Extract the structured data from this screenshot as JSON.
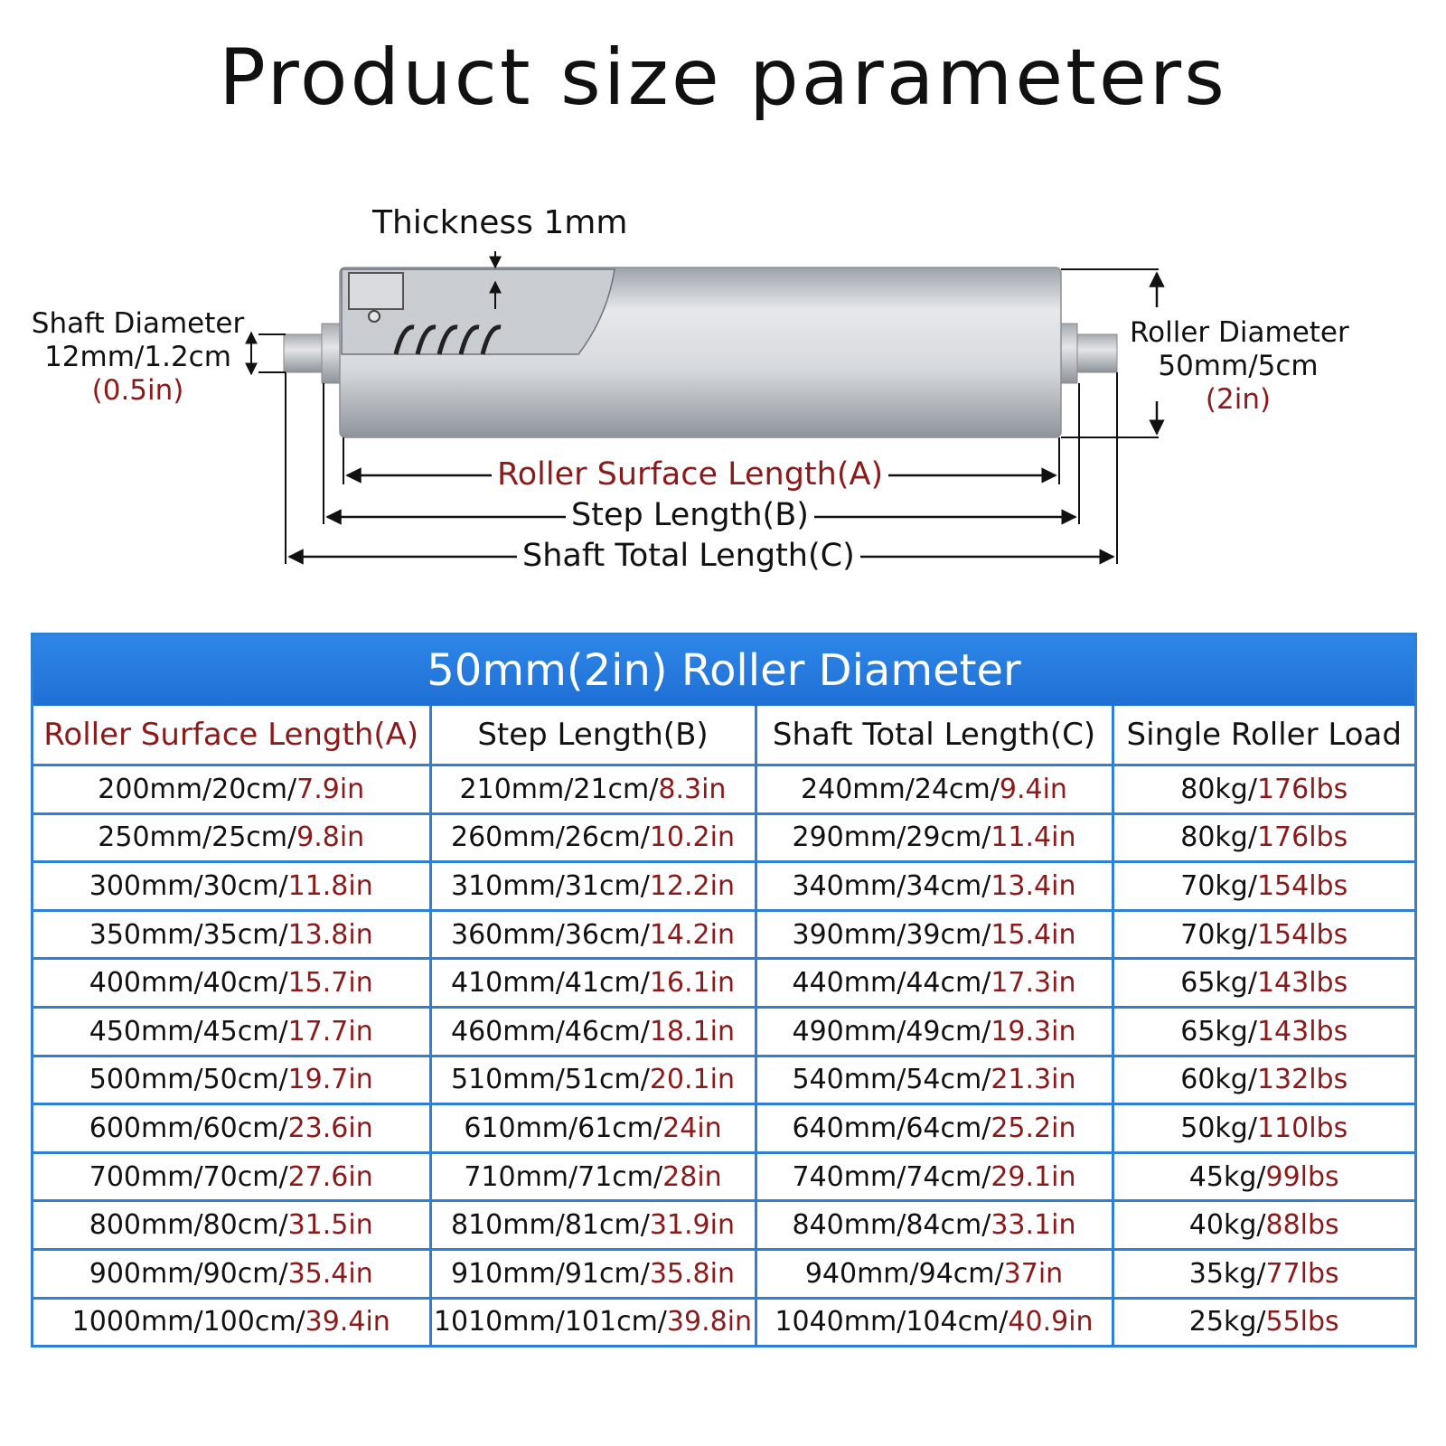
{
  "title": "Product size parameters",
  "diagram": {
    "thickness_label": "Thickness 1mm",
    "shaft_diameter": {
      "label": "Shaft Diameter",
      "metric": "12mm/1.2cm",
      "imperial": "(0.5in)"
    },
    "roller_diameter": {
      "label": "Roller Diameter",
      "metric": "50mm/5cm",
      "imperial": "(2in)"
    },
    "roller_surface_length": "Roller Surface Length(A)",
    "step_length": "Step Length(B)",
    "shaft_total_length": "Shaft Total Length(C)"
  },
  "table": {
    "heading": "50mm(2in) Roller Diameter",
    "columns": [
      "Roller Surface Length(A)",
      "Step Length(B)",
      "Shaft Total Length(C)",
      "Single Roller Load"
    ],
    "rows": [
      [
        [
          "200mm/20cm/",
          "7.9in"
        ],
        [
          "210mm/21cm/",
          "8.3in"
        ],
        [
          "240mm/24cm/",
          "9.4in"
        ],
        [
          "80kg/",
          "176lbs"
        ]
      ],
      [
        [
          "250mm/25cm/",
          "9.8in"
        ],
        [
          "260mm/26cm/",
          "10.2in"
        ],
        [
          "290mm/29cm/",
          "11.4in"
        ],
        [
          "80kg/",
          "176lbs"
        ]
      ],
      [
        [
          "300mm/30cm/",
          "11.8in"
        ],
        [
          "310mm/31cm/",
          "12.2in"
        ],
        [
          "340mm/34cm/",
          "13.4in"
        ],
        [
          "70kg/",
          "154lbs"
        ]
      ],
      [
        [
          "350mm/35cm/",
          "13.8in"
        ],
        [
          "360mm/36cm/",
          "14.2in"
        ],
        [
          "390mm/39cm/",
          "15.4in"
        ],
        [
          "70kg/",
          "154lbs"
        ]
      ],
      [
        [
          "400mm/40cm/",
          "15.7in"
        ],
        [
          "410mm/41cm/",
          "16.1in"
        ],
        [
          "440mm/44cm/",
          "17.3in"
        ],
        [
          "65kg/",
          "143lbs"
        ]
      ],
      [
        [
          "450mm/45cm/",
          "17.7in"
        ],
        [
          "460mm/46cm/",
          "18.1in"
        ],
        [
          "490mm/49cm/",
          "19.3in"
        ],
        [
          "65kg/",
          "143lbs"
        ]
      ],
      [
        [
          "500mm/50cm/",
          "19.7in"
        ],
        [
          "510mm/51cm/",
          "20.1in"
        ],
        [
          "540mm/54cm/",
          "21.3in"
        ],
        [
          "60kg/",
          "132lbs"
        ]
      ],
      [
        [
          "600mm/60cm/",
          "23.6in"
        ],
        [
          "610mm/61cm/",
          "24in"
        ],
        [
          "640mm/64cm/",
          "25.2in"
        ],
        [
          "50kg/",
          "110lbs"
        ]
      ],
      [
        [
          "700mm/70cm/",
          "27.6in"
        ],
        [
          "710mm/71cm/",
          "28in"
        ],
        [
          "740mm/74cm/",
          "29.1in"
        ],
        [
          "45kg/",
          "99lbs"
        ]
      ],
      [
        [
          "800mm/80cm/",
          "31.5in"
        ],
        [
          "810mm/81cm/",
          "31.9in"
        ],
        [
          "840mm/84cm/",
          "33.1in"
        ],
        [
          "40kg/",
          "88lbs"
        ]
      ],
      [
        [
          "900mm/90cm/",
          "35.4in"
        ],
        [
          "910mm/91cm/",
          "35.8in"
        ],
        [
          "940mm/94cm/",
          "37in"
        ],
        [
          "35kg/",
          "77lbs"
        ]
      ],
      [
        [
          "1000mm/100cm/",
          "39.4in"
        ],
        [
          "1010mm/101cm/",
          "39.8in"
        ],
        [
          "1040mm/104cm/",
          "40.9in"
        ],
        [
          "25kg/",
          "55lbs"
        ]
      ]
    ]
  }
}
